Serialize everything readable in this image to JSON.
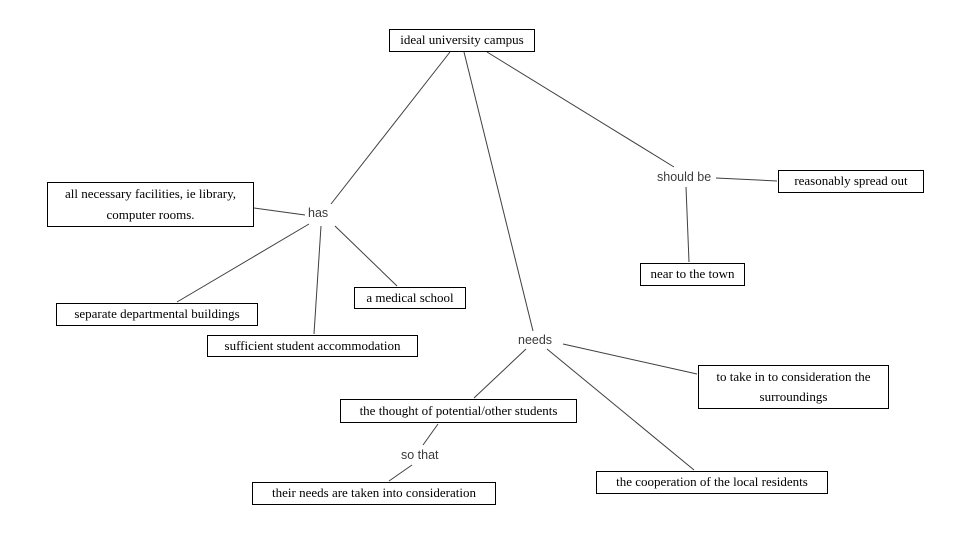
{
  "canvas": {
    "background_color": "#ffffff",
    "line_color": "#3f3f3f",
    "box_border_color": "#000000",
    "box_text_color": "#000000",
    "connector_text_color": "#3c3c3c"
  },
  "diagram": {
    "type": "concept-map",
    "title": "ideal university campus",
    "nodes": [
      {
        "id": "root",
        "label": "ideal university campus"
      },
      {
        "id": "facilities",
        "label": "all necessary facilities, ie library, computer rooms."
      },
      {
        "id": "separate",
        "label": "separate departmental buildings"
      },
      {
        "id": "accommodation",
        "label": "sufficient student accommodation"
      },
      {
        "id": "medical",
        "label": "a medical school"
      },
      {
        "id": "spread",
        "label": "reasonably spread out"
      },
      {
        "id": "near_town",
        "label": "near to the town"
      },
      {
        "id": "surroundings",
        "label": "to take in to consideration the surroundings"
      },
      {
        "id": "thought",
        "label": "the thought of potential/other students"
      },
      {
        "id": "their_needs",
        "label": "their needs are taken into consideration"
      },
      {
        "id": "cooperation",
        "label": "the cooperation of the local residents"
      }
    ],
    "connectors": [
      {
        "id": "has",
        "label": "has"
      },
      {
        "id": "should_be",
        "label": "should be"
      },
      {
        "id": "needs",
        "label": "needs"
      },
      {
        "id": "so_that",
        "label": "so that"
      }
    ],
    "edges": [
      {
        "from": "root",
        "to": "has"
      },
      {
        "from": "root",
        "to": "needs"
      },
      {
        "from": "root",
        "to": "should_be"
      },
      {
        "from": "should_be",
        "to": "near_town"
      },
      {
        "from": "should_be",
        "to": "spread"
      },
      {
        "from": "has",
        "to": "facilities"
      },
      {
        "from": "has",
        "to": "separate"
      },
      {
        "from": "has",
        "to": "accommodation"
      },
      {
        "from": "has",
        "to": "medical"
      },
      {
        "from": "needs",
        "to": "thought"
      },
      {
        "from": "needs",
        "to": "cooperation"
      },
      {
        "from": "needs",
        "to": "surroundings"
      },
      {
        "from": "thought",
        "to": "so_that"
      },
      {
        "from": "so_that",
        "to": "their_needs"
      }
    ]
  }
}
